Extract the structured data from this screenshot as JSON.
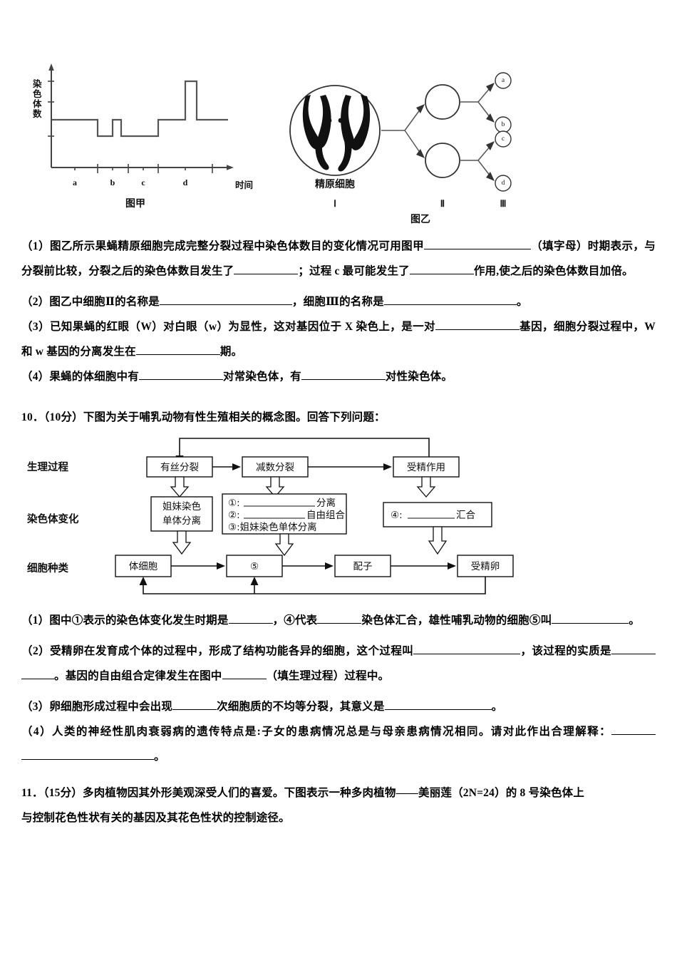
{
  "figure1": {
    "chart": {
      "y_axis_label": "染色体数",
      "x_axis_label": "时间",
      "tick_labels": [
        "a",
        "b",
        "c",
        "d"
      ],
      "caption": "图甲"
    },
    "cell_diagram": {
      "cell_label": "精原细胞",
      "stage_labels": [
        "Ⅰ",
        "Ⅱ",
        "Ⅲ"
      ],
      "product_labels": [
        "a",
        "b",
        "c",
        "d"
      ],
      "caption": "图乙"
    }
  },
  "chart_data": {
    "type": "line",
    "title": "图甲",
    "xlabel": "时间",
    "ylabel": "染色体数",
    "grid": false,
    "legend": "none",
    "tick_labels": [
      "a",
      "b",
      "c",
      "d"
    ],
    "levels": {
      "low": 1,
      "normal": 2,
      "high": 4
    },
    "steps": [
      {
        "from": 0.0,
        "to": 0.26,
        "value": 2
      },
      {
        "from": 0.26,
        "to": 0.38,
        "value": 1
      },
      {
        "from": 0.38,
        "to": 0.44,
        "value": 2
      },
      {
        "from": 0.44,
        "to": 0.6,
        "value": 1
      },
      {
        "from": 0.6,
        "to": 0.8,
        "value": 2
      },
      {
        "from": 0.8,
        "to": 0.86,
        "value": 4
      },
      {
        "from": 0.86,
        "to": 1.0,
        "value": 2
      }
    ]
  },
  "q9": {
    "p1_a": "（1）图乙所示果蝇精原细胞完成完整分裂过程中染色体数目的变化情况可用图甲",
    "p1_b": "（填字母）时期表示，与分裂前比较，分裂之后的染色体数目发生了",
    "p1_c": "；过程 c 最可能发生了",
    "p1_d": "作用,使之后的染色体数目加倍。",
    "p2_a": "（2）图乙中细胞Ⅱ的名称是",
    "p2_b": "，细胞Ⅲ的名称是",
    "p2_c": "。",
    "p3_a": "（3）已知果蝇的红眼（W）对白眼（w）为显性，这对基因位于 X 染色上，是一对",
    "p3_b": "基因，细胞分裂过程中，W 和 w 基因的分离发生在",
    "p3_c": "期。",
    "p4_a": "（4）果蝇的体细胞中有",
    "p4_b": "对常染色体，有",
    "p4_c": "对性染色体。"
  },
  "q10": {
    "stem": "10．（10分）下图为关于哺乳动物有性生殖相关的概念图。回答下列问题：",
    "diagram": {
      "row_labels": [
        "生理过程",
        "染色体变化",
        "细胞种类"
      ],
      "process_boxes": [
        "有丝分裂",
        "减数分裂",
        "受精作用"
      ],
      "chromosome_boxes": {
        "mitosis": "姐妹染色\n单体分离",
        "meiosis_lines": [
          {
            "num": "①:",
            "suffix": "分离"
          },
          {
            "num": "②:",
            "suffix": "自由组合"
          },
          {
            "num": "③:姐妹染色单体分离",
            "suffix": ""
          }
        ],
        "fertilization": {
          "num": "④:",
          "suffix": "汇合"
        }
      },
      "cell_boxes": [
        "体细胞",
        "⑤",
        "配子",
        "受精卵"
      ]
    },
    "p1_a": "（1）图中①表示的染色体变化发生时期是",
    "p1_b": "，④代表",
    "p1_c": "染色体汇合，雄性哺乳动物的细胞⑤叫",
    "p1_d": "。",
    "p2_a": "（2）受精卵在发育成个体的过程中，形成了结构功能各异的细胞，这个过程叫",
    "p2_b": "，该过程的实质是",
    "p2_c": "。基因的自由组合定律发生在图中",
    "p2_d": "（填生理过程）过程中。",
    "p3_a": "（3）卵细胞形成过程中会出现",
    "p3_b": "次细胞质的不均等分裂，其意义是",
    "p3_c": "。",
    "p4_a": "（4）人类的神经性肌肉衰弱病的遗传特点是:子女的患病情况总是与母亲患病情况相同。请对此作出合理解释：",
    "p4_b": "。"
  },
  "q11": {
    "line1": "11．（15分）多肉植物因其外形美观深受人们的喜爱。下图表示一种多肉植物——美丽莲（2N=24）的 8 号染色体上",
    "line2": "与控制花色性状有关的基因及其花色性状的控制途径。"
  },
  "colors": {
    "ink": "#111111",
    "chart_stroke": "#555555",
    "box_stroke": "#111111",
    "paper": "#ffffff"
  }
}
